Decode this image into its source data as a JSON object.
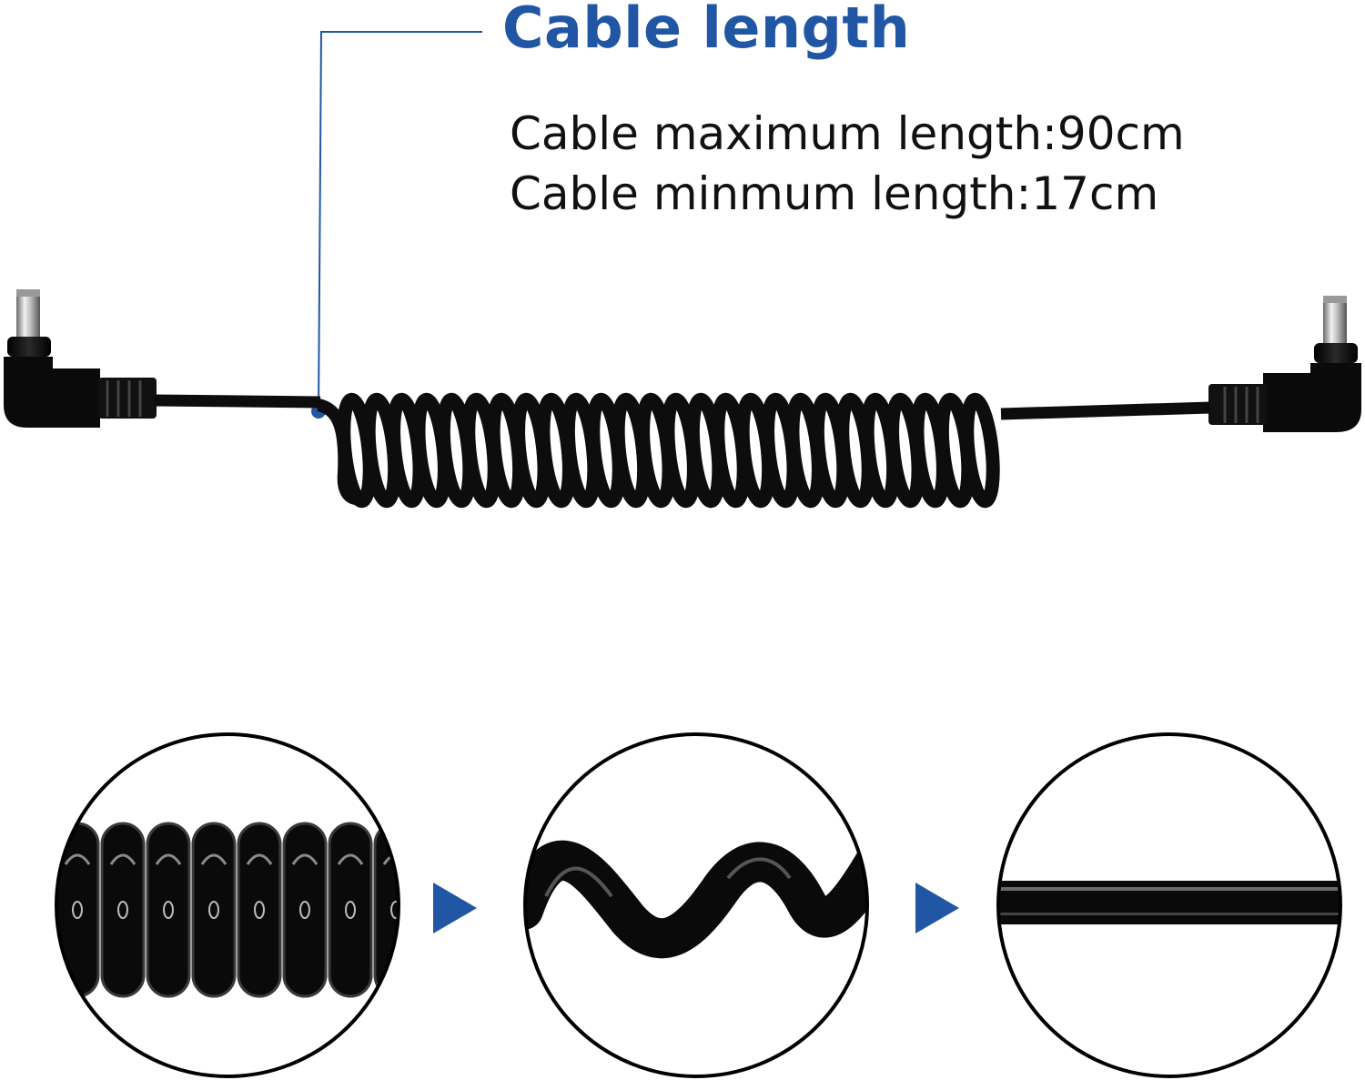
{
  "header": {
    "title": "Cable length"
  },
  "specs": {
    "max_length": "Cable maximum length:90cm",
    "min_length": "Cable minmum length:17cm"
  },
  "colors": {
    "accent_blue": "#2156a5",
    "cable_black": "#0d0d0d",
    "text": "#111111"
  },
  "icons": [
    "arrow-right-icon",
    "arrow-right-icon"
  ]
}
